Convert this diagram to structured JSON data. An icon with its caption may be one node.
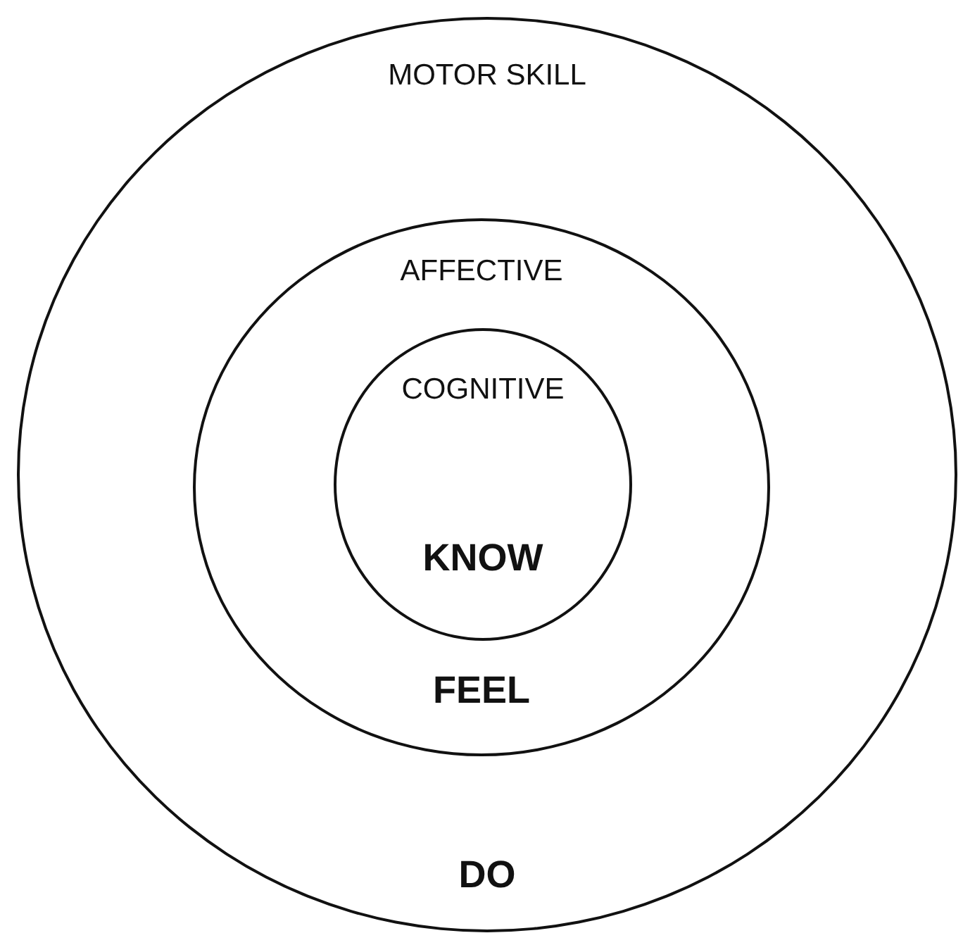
{
  "diagram": {
    "nodes": [
      {
        "text": [
          "MOTOR SKILL",
          "DO"
        ]
      },
      {
        "text": [
          "AFFECTIVE",
          "FEEL"
        ],
        "in": 0
      },
      {
        "text": [
          "COGNITIVE",
          "KNOW"
        ],
        "in": 1
      }
    ]
  }
}
